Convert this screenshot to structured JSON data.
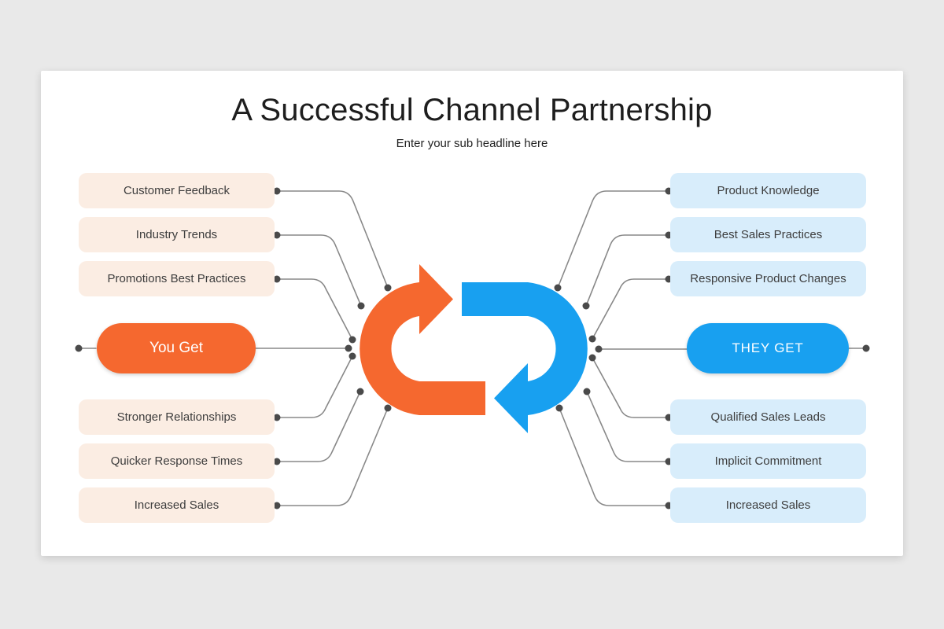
{
  "slide": {
    "title": "A Successful Channel Partnership",
    "subtitle": "Enter your sub headline here"
  },
  "colors": {
    "orange": "#F5682F",
    "blue": "#18A0F0",
    "orange_light_box": "#FBEDE3",
    "blue_light_box": "#D8EDFB",
    "connector_line": "#888888",
    "connector_dot": "#4A4A4A",
    "text_dark": "#3D3D3D",
    "page_background": "#E9E9E9",
    "card_background": "#FFFFFF"
  },
  "center_graphic": {
    "type": "interlocking-cycle-arrows",
    "left_arrow": "orange clockwise arrow pointing right",
    "right_arrow": "blue clockwise arrow pointing left"
  },
  "left_group": {
    "pill_label": "You Get",
    "top_items": [
      {
        "label": "Customer Feedback"
      },
      {
        "label": "Industry Trends"
      },
      {
        "label": "Promotions Best Practices"
      }
    ],
    "bottom_items": [
      {
        "label": "Stronger Relationships"
      },
      {
        "label": "Quicker Response Times"
      },
      {
        "label": "Increased Sales"
      }
    ]
  },
  "right_group": {
    "pill_label": "THEY GET",
    "top_items": [
      {
        "label": "Product Knowledge"
      },
      {
        "label": "Best Sales Practices"
      },
      {
        "label": "Responsive Product Changes"
      }
    ],
    "bottom_items": [
      {
        "label": "Qualified Sales Leads"
      },
      {
        "label": "Implicit Commitment"
      },
      {
        "label": "Increased Sales"
      }
    ]
  }
}
